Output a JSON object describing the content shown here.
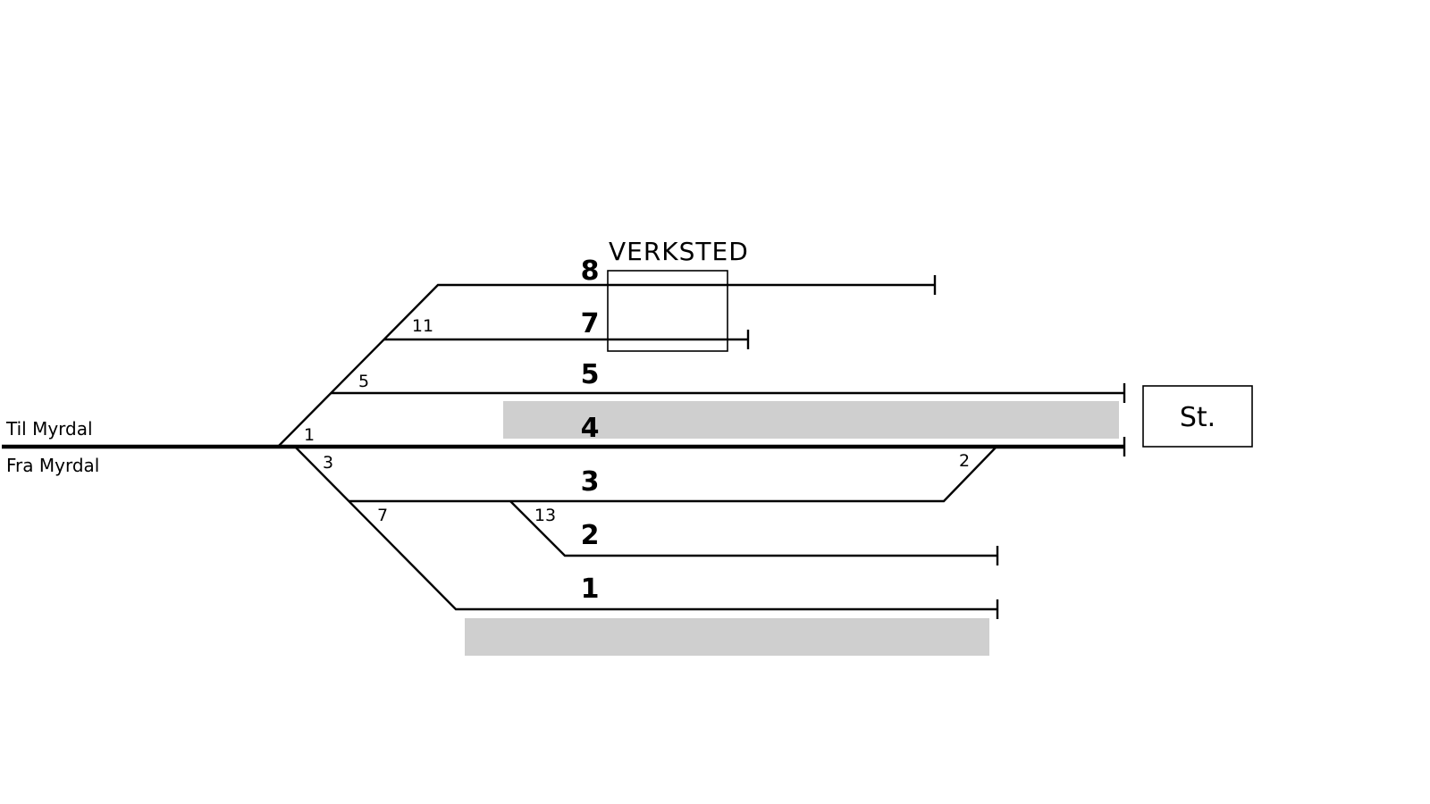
{
  "labels": {
    "to_direction": "Til Myrdal",
    "from_direction": "Fra Myrdal",
    "workshop": "VERKSTED",
    "station_building": "St."
  },
  "tracks": {
    "t8": "8",
    "t7": "7",
    "t5": "5",
    "t4": "4",
    "t3": "3",
    "t2": "2",
    "t1": "1"
  },
  "switches": {
    "s1": "1",
    "s2": "2",
    "s3": "3",
    "s5": "5",
    "s7": "7",
    "s11": "11",
    "s13": "13"
  }
}
